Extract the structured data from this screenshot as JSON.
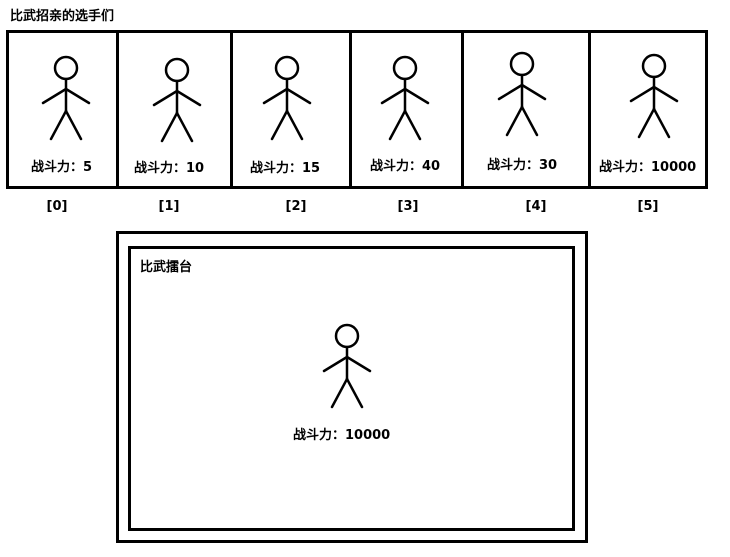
{
  "title": "比武招亲的选手们",
  "players": [
    {
      "power_label": "战斗力：5",
      "index_label": "[0]"
    },
    {
      "power_label": "战斗力：10",
      "index_label": "[1]"
    },
    {
      "power_label": "战斗力：15",
      "index_label": "[2]"
    },
    {
      "power_label": "战斗力：40",
      "index_label": "[3]"
    },
    {
      "power_label": "战斗力：30",
      "index_label": "[4]"
    },
    {
      "power_label": "战斗力：10000",
      "index_label": "[5]"
    }
  ],
  "arena": {
    "label": "比武擂台",
    "champion_power_label": "战斗力：10000"
  }
}
